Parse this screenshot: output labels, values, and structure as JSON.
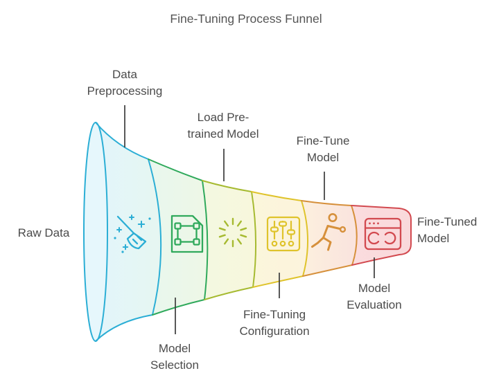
{
  "title": "Fine-Tuning Process Funnel",
  "funnel": {
    "input_label": "Raw Data",
    "output_label": "Fine-Tuned Model",
    "stages": [
      {
        "label": "Data Preprocessing",
        "icon": "broom-icon",
        "color": "#2BAED5",
        "fill": "#E2F5FB",
        "label_side": "top"
      },
      {
        "label": "Model Selection",
        "icon": "document-selection-icon",
        "color": "#2FA95B",
        "fill": "#E9F7EE",
        "label_side": "bottom"
      },
      {
        "label": "Load Pre-trained Model",
        "icon": "spinner-icon",
        "color": "#A6BA30",
        "fill": "#F4F8E0",
        "label_side": "top"
      },
      {
        "label": "Fine-Tuning Configuration",
        "icon": "sliders-icon",
        "color": "#DFC32B",
        "fill": "#FBF6DB",
        "label_side": "bottom"
      },
      {
        "label": "Fine-Tune Model",
        "icon": "training-person-icon",
        "color": "#D6903B",
        "fill": "#FCF0DE",
        "label_side": "top"
      },
      {
        "label": "Model Evaluation",
        "icon": "evaluation-window-icon",
        "color": "#D2494F",
        "fill": "#FBDCDE",
        "label_side": "bottom"
      }
    ]
  },
  "colors": {
    "background": "#FFFFFF",
    "text": "#4B4B4B",
    "title_text": "#555555",
    "connector": "#3B3B3B"
  }
}
